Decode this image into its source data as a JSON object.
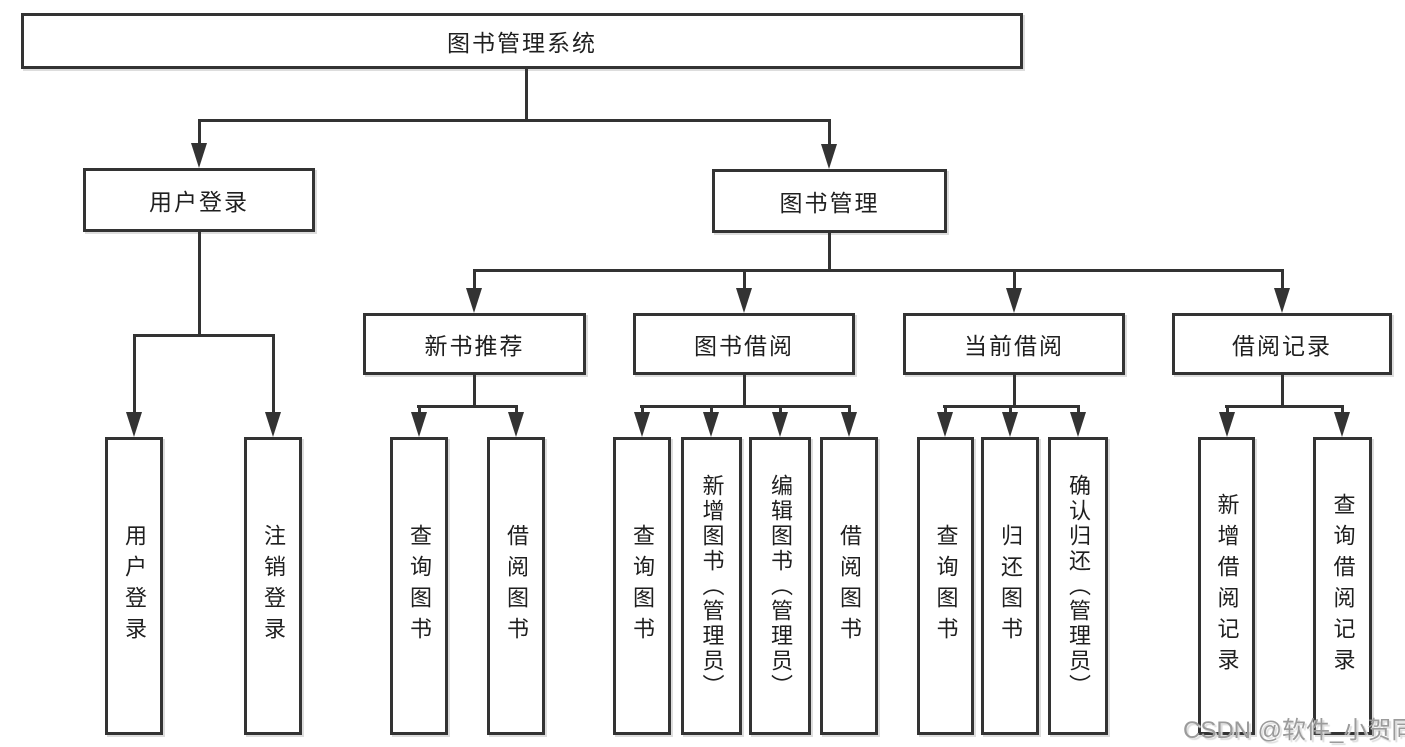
{
  "diagram": {
    "root": {
      "label": "图书管理系统"
    },
    "level2": [
      {
        "label": "用户登录"
      },
      {
        "label": "图书管理"
      }
    ],
    "level3": [
      {
        "label": "新书推荐"
      },
      {
        "label": "图书借阅"
      },
      {
        "label": "当前借阅"
      },
      {
        "label": "借阅记录"
      }
    ],
    "leaves": {
      "login": [
        "用户登录",
        "注销登录"
      ],
      "recommend": [
        "查询图书",
        "借阅图书"
      ],
      "borrow": [
        "查询图书",
        "新增图书（管理员）",
        "编辑图书（管理员）",
        "借阅图书"
      ],
      "current": [
        "查询图书",
        "归还图书",
        "确认归还（管理员）"
      ],
      "records": [
        "新增借阅记录",
        "查询借阅记录"
      ]
    },
    "colors": {
      "line": "#333333",
      "text": "#1f1f1f",
      "box_background": "#ffffff"
    }
  },
  "watermark": {
    "text": "CSDN @软件_小贺同学",
    "color": "#9b9b9b"
  }
}
